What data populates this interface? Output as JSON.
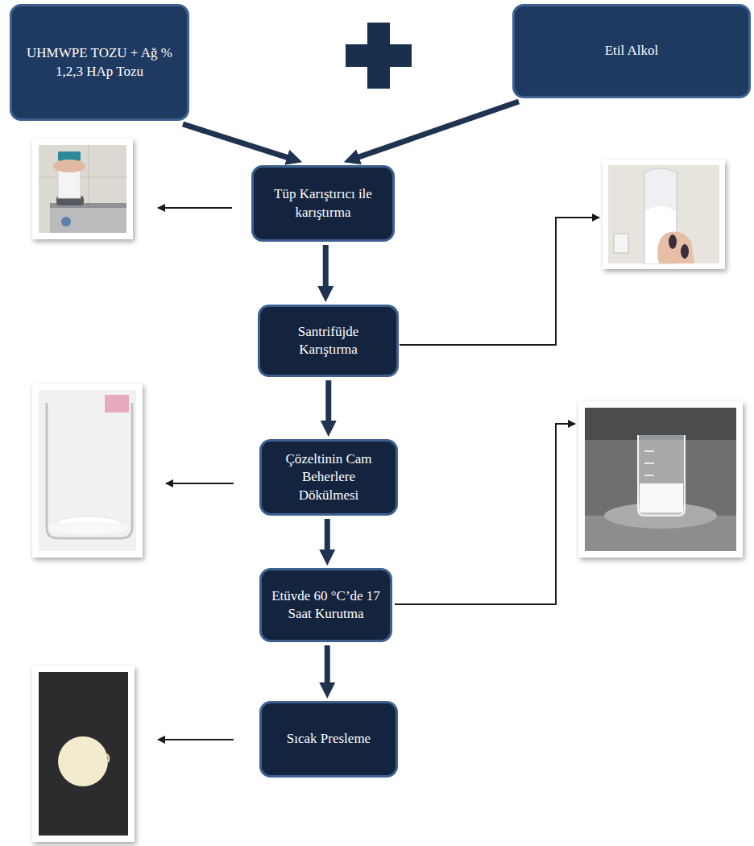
{
  "diagram": {
    "nodes": [
      {
        "text": [
          "UHMWPE TOZU + Ağ % 1,2,3 HAp Tozu"
        ]
      },
      {
        "text": [
          "Etil Alkol"
        ]
      },
      {
        "text": [
          "Tüp Karıştırıcı ile karıştırma"
        ]
      },
      {
        "text": [
          "Santrifüjde Karıştırma"
        ]
      },
      {
        "text": [
          "Çözeltinin Cam Beherlere Dökülmesi"
        ]
      },
      {
        "text": [
          "Etüvde 60 °C’de 17 Saat Kurutma"
        ]
      },
      {
        "text": [
          "Sıcak Presleme"
        ]
      }
    ],
    "edges": [
      {
        "from": 0,
        "to": 2,
        "arrow": "to"
      },
      {
        "from": 1,
        "to": 2,
        "arrow": "to"
      },
      {
        "from": 2,
        "to": 3,
        "arrow": "to"
      },
      {
        "from": 3,
        "to": 4,
        "arrow": "to"
      },
      {
        "from": 4,
        "to": 5,
        "arrow": "to"
      },
      {
        "from": 5,
        "to": 6,
        "arrow": "to"
      }
    ]
  }
}
